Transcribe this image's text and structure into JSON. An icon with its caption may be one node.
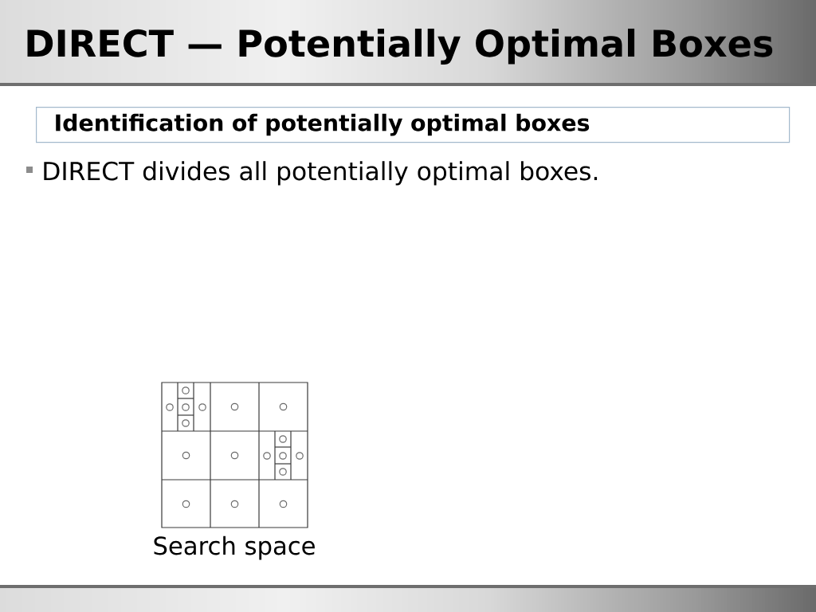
{
  "diagram": {
    "title": "DIRECT — Potentially Optimal Boxes",
    "nodes": [
      {
        "text": [
          "Identification of potentially optimal boxes"
        ]
      }
    ],
    "labels": [
      "DIRECT divides all potentially optimal boxes.",
      "Search space"
    ]
  }
}
